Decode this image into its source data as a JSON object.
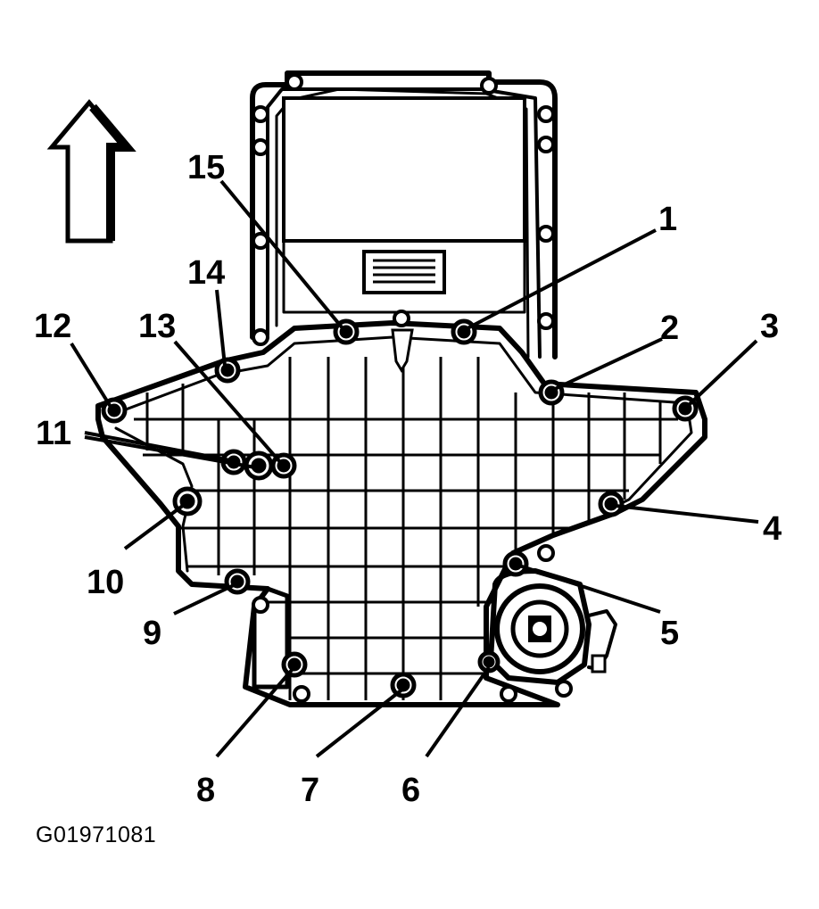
{
  "figure_id": "G01971081",
  "callouts": [
    "1",
    "2",
    "3",
    "4",
    "5",
    "6",
    "7",
    "8",
    "9",
    "10",
    "11",
    "12",
    "13",
    "14",
    "15"
  ],
  "icons": {
    "direction_arrow": "up-arrow-icon",
    "bolt": "bolt-icon"
  },
  "colors": {
    "ink": "#000000",
    "background": "#ffffff"
  }
}
